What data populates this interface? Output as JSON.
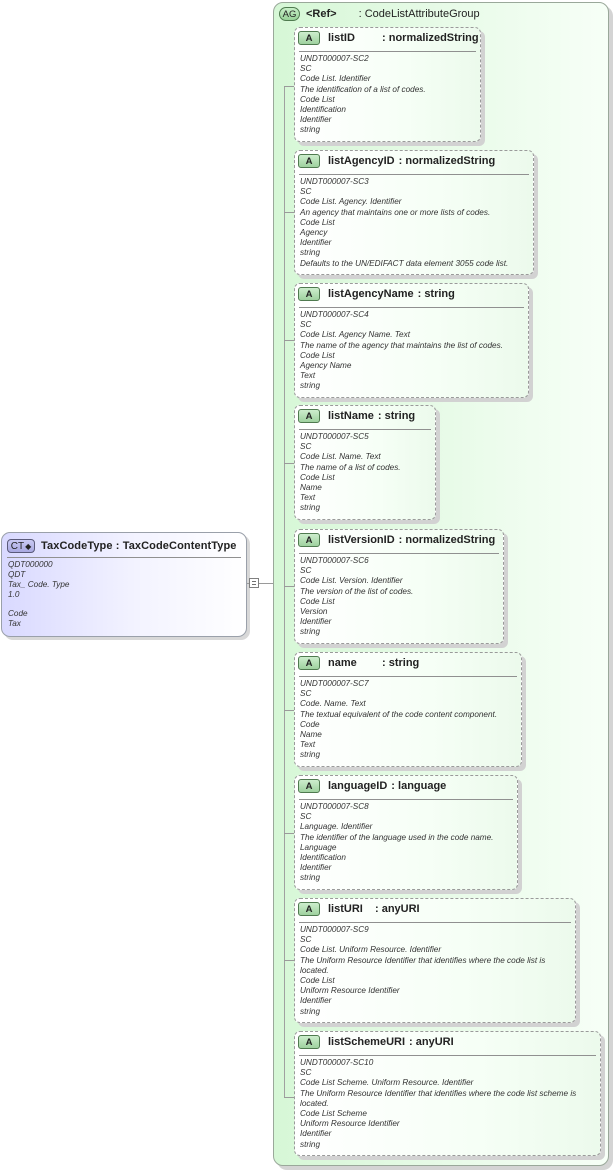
{
  "complex_type": {
    "badge": "CT",
    "name": "TaxCodeType",
    "type": "TaxCodeContentType",
    "lines": [
      "QDT000000",
      "QDT",
      "Tax_ Code. Type",
      "1.0",
      "",
      "Code",
      "Tax"
    ]
  },
  "attribute_group": {
    "badge": "AG",
    "ref": "<Ref>",
    "name": ": CodeListAttributeGroup"
  },
  "attributes": [
    {
      "badge": "A",
      "name": "listID",
      "type": ": normalizedString",
      "lines": [
        "UNDT000007-SC2",
        "SC",
        "Code List. Identifier",
        "The identification of a list of codes.",
        "Code List",
        "Identification",
        "Identifier",
        "string"
      ]
    },
    {
      "badge": "A",
      "name": "listAgencyID",
      "type": ": normalizedString",
      "lines": [
        "UNDT000007-SC3",
        "SC",
        "Code List. Agency. Identifier",
        "An agency that maintains one or more lists of codes.",
        "Code List",
        "Agency",
        "Identifier",
        "string",
        "Defaults to the UN/EDIFACT data element 3055 code list."
      ]
    },
    {
      "badge": "A",
      "name": "listAgencyName",
      "type": ": string",
      "lines": [
        "UNDT000007-SC4",
        "SC",
        "Code List. Agency Name. Text",
        "The name of the agency that maintains the list of codes.",
        "Code List",
        "Agency Name",
        "Text",
        "string"
      ]
    },
    {
      "badge": "A",
      "name": "listName",
      "type": ": string",
      "lines": [
        "UNDT000007-SC5",
        "SC",
        "Code List. Name. Text",
        "The name of a list of codes.",
        "Code List",
        "Name",
        "Text",
        "string"
      ]
    },
    {
      "badge": "A",
      "name": "listVersionID",
      "type": ": normalizedString",
      "lines": [
        "UNDT000007-SC6",
        "SC",
        "Code List. Version. Identifier",
        "The version of the list of codes.",
        "Code List",
        "Version",
        "Identifier",
        "string"
      ]
    },
    {
      "badge": "A",
      "name": "name",
      "type": ": string",
      "lines": [
        "UNDT000007-SC7",
        "SC",
        "Code. Name. Text",
        "The textual equivalent of the code content component.",
        "Code",
        "Name",
        "Text",
        "string"
      ]
    },
    {
      "badge": "A",
      "name": "languageID",
      "type": ": language",
      "lines": [
        "UNDT000007-SC8",
        "SC",
        "Language. Identifier",
        "The identifier of the language used in the code name.",
        "Language",
        "Identification",
        "Identifier",
        "string"
      ]
    },
    {
      "badge": "A",
      "name": "listURI",
      "type": ": anyURI",
      "lines": [
        "UNDT000007-SC9",
        "SC",
        "Code List. Uniform Resource. Identifier",
        "The Uniform Resource Identifier that identifies where the code list is located.",
        "Code List",
        "Uniform Resource Identifier",
        "Identifier",
        "string"
      ]
    },
    {
      "badge": "A",
      "name": "listSchemeURI",
      "type": ": anyURI",
      "lines": [
        "UNDT000007-SC10",
        "SC",
        "Code List Scheme. Uniform Resource. Identifier",
        "The Uniform Resource Identifier that identifies where the code list scheme is located.",
        "Code List Scheme",
        "Uniform Resource Identifier",
        "Identifier",
        "string"
      ]
    }
  ]
}
